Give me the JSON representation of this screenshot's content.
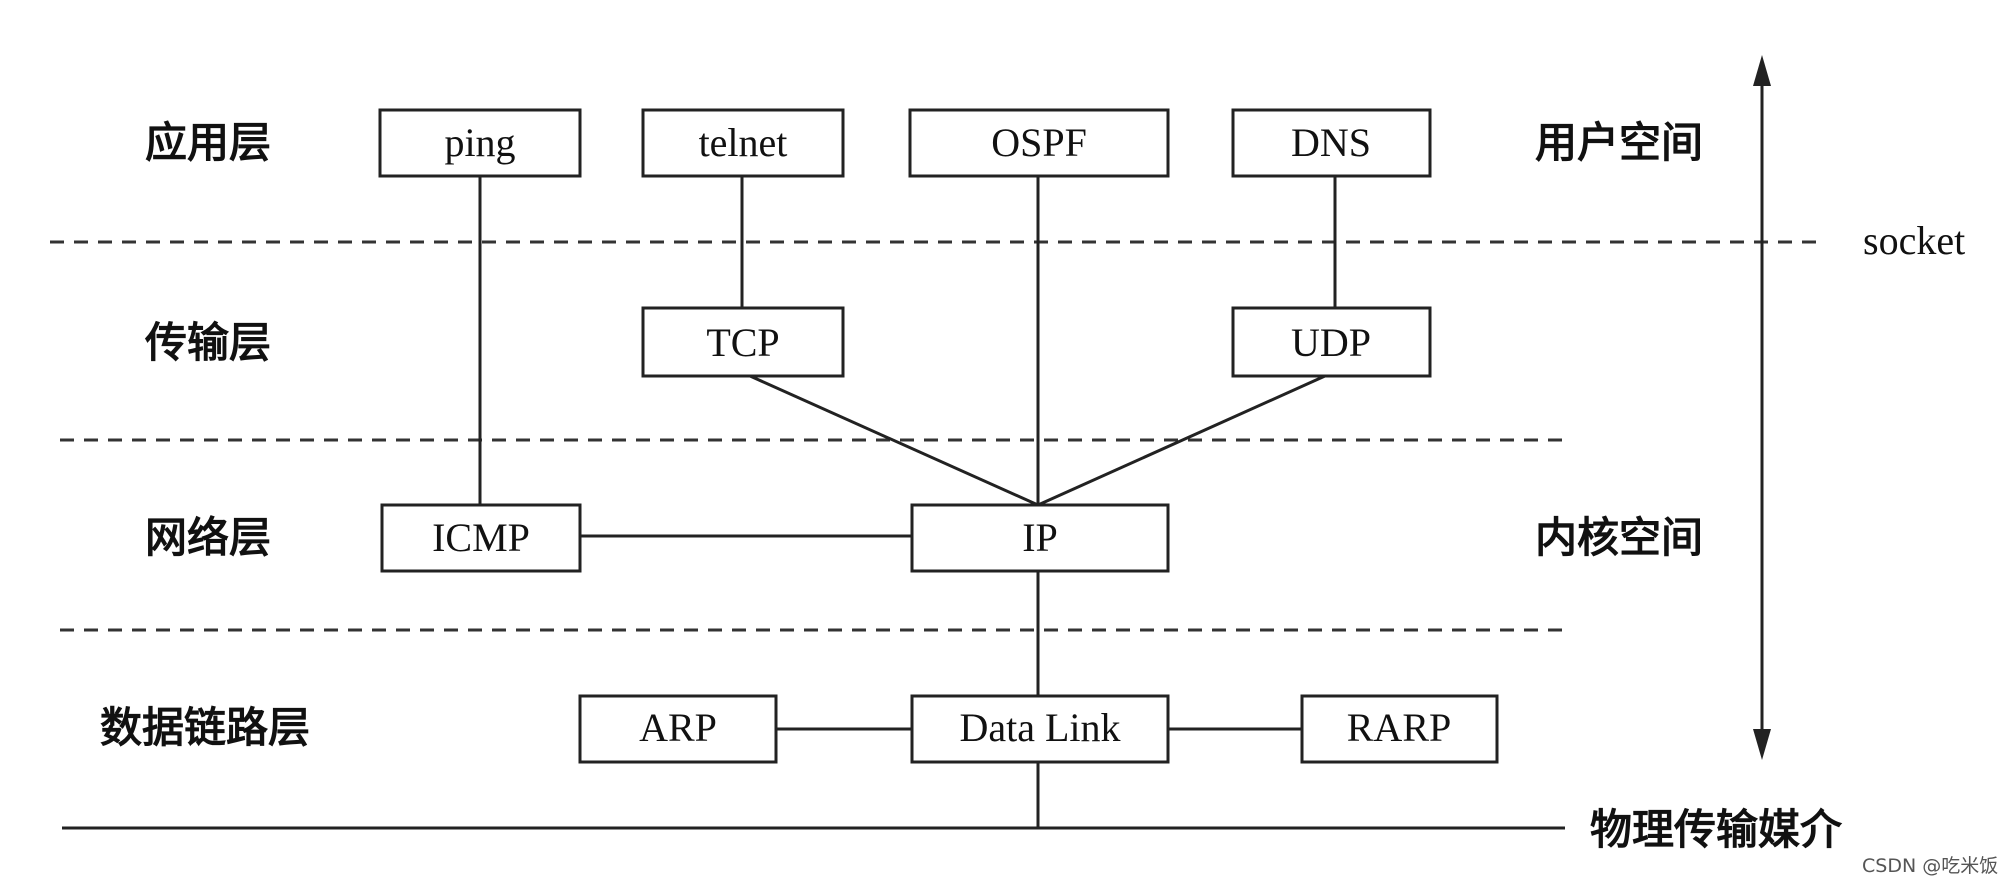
{
  "layers": {
    "application": "应用层",
    "transport": "传输层",
    "network": "网络层",
    "datalink": "数据链路层"
  },
  "spaces": {
    "user": "用户空间",
    "kernel": "内核空间"
  },
  "socket_label": "socket",
  "physical_medium": "物理传输媒介",
  "boxes": {
    "ping": "ping",
    "telnet": "telnet",
    "ospf": "OSPF",
    "dns": "DNS",
    "tcp": "TCP",
    "udp": "UDP",
    "icmp": "ICMP",
    "ip": "IP",
    "arp": "ARP",
    "datalink": "Data Link",
    "rarp": "RARP"
  },
  "watermark": "CSDN @吃米饭"
}
